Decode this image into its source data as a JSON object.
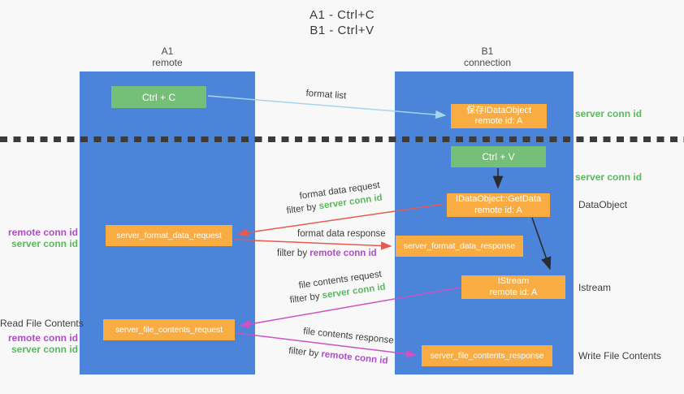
{
  "title": {
    "line1": "A1 - Ctrl+C",
    "line2": "B1 - Ctrl+V"
  },
  "columns": {
    "a1": {
      "name": "A1",
      "subtitle": "remote"
    },
    "b1": {
      "name": "B1",
      "subtitle": "connection"
    }
  },
  "nodes": {
    "ctrl_c": {
      "label": "Ctrl + C"
    },
    "save_dataobject": {
      "line1": "保存IDataObject",
      "line2": "remote id: A"
    },
    "ctrl_v": {
      "label": "Ctrl + V"
    },
    "getdata": {
      "line1": "IDataObject::GetData",
      "line2": "remote id: A"
    },
    "format_request": {
      "label": "server_format_data_request"
    },
    "format_response": {
      "label": "server_format_data_response"
    },
    "istream": {
      "line1": "IStream",
      "line2": "remote id: A"
    },
    "file_request": {
      "label": "server_file_contents_request"
    },
    "file_response": {
      "label": "server_file_contents_response"
    }
  },
  "side_labels": {
    "server_conn_id_right_1": "server conn id",
    "server_conn_id_right_2": "server conn id",
    "dataobject": "DataObject",
    "istream": "Istream",
    "write_file_contents": "Write File Contents",
    "read_file_contents": "Read File Contents",
    "remote_conn_id_left_1": "remote conn id",
    "server_conn_id_left_1": "server conn id",
    "remote_conn_id_left_2": "remote conn id",
    "server_conn_id_left_2": "server conn id"
  },
  "arrow_labels": {
    "format_list": "format list",
    "format_data_request": "format data request",
    "filter_1_prefix": "filter by ",
    "filter_1_key": "server conn id",
    "format_data_response": "format data response",
    "filter_2_prefix": "filter by ",
    "filter_2_key": "remote conn id",
    "file_contents_request": "file contents request",
    "filter_3_prefix": "filter by ",
    "filter_3_key": "server conn id",
    "file_contents_response": "file contents response",
    "filter_4_prefix": "filter by ",
    "filter_4_key": "remote conn id"
  },
  "colors": {
    "column_blue": "#4b84d8",
    "box_green": "#75c078",
    "box_orange": "#f9ac42",
    "arrow_light_blue": "#a5d5ee",
    "arrow_red": "#e85a4e",
    "arrow_magenta": "#cc52c5",
    "arrow_black": "#2b2b2b",
    "text_green": "#5db761",
    "text_purple": "#b04cc8"
  }
}
